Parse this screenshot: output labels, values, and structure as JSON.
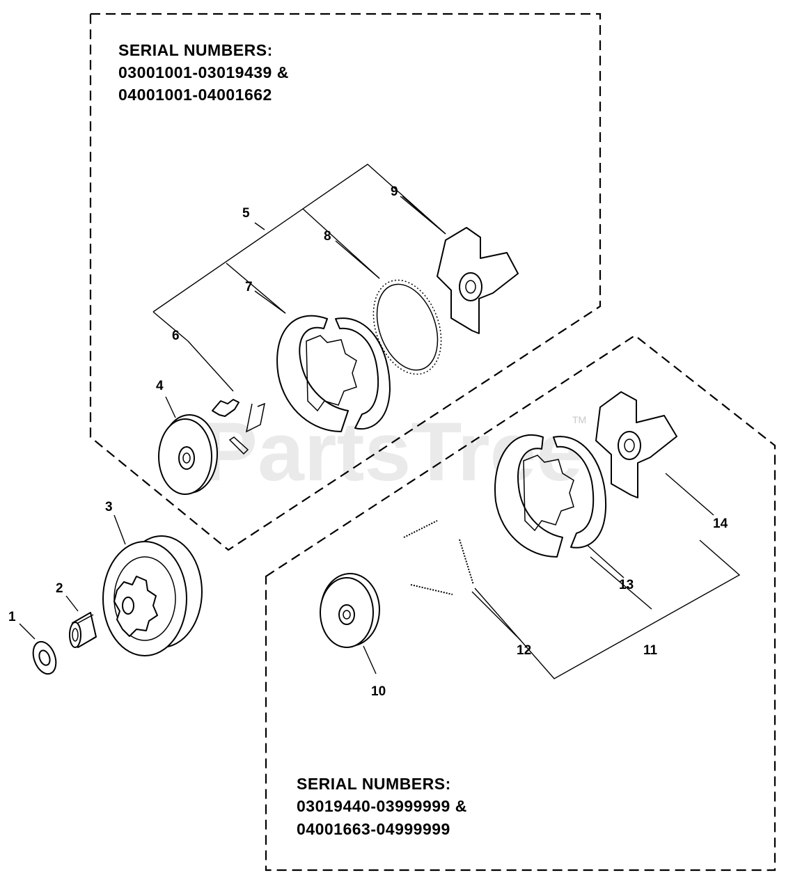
{
  "watermark": "PartsTree",
  "trademark": "TM",
  "group_top": {
    "serial_title": "SERIAL NUMBERS:",
    "serial_range_1": "03001001-03019439 &",
    "serial_range_2": "04001001-04001662"
  },
  "group_bottom": {
    "serial_title": "SERIAL NUMBERS:",
    "serial_range_1": "03019440-03999999 &",
    "serial_range_2": "04001663-04999999"
  },
  "callouts": [
    "1",
    "2",
    "3",
    "4",
    "5",
    "6",
    "7",
    "8",
    "9",
    "10",
    "11",
    "12",
    "13",
    "14"
  ]
}
